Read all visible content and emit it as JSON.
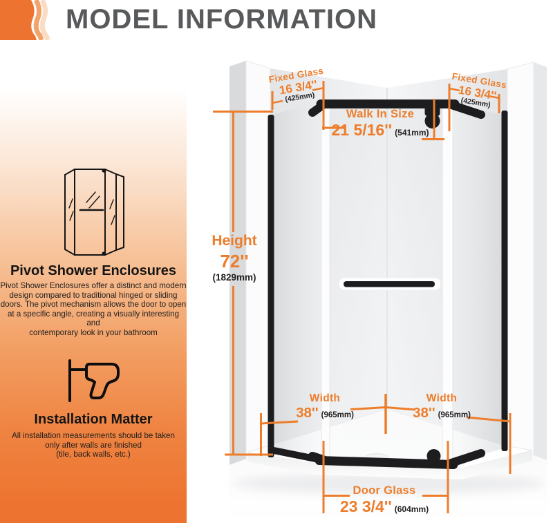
{
  "header": {
    "title": "MODEL INFORMATION"
  },
  "sidebar": {
    "pivot": {
      "heading": "Pivot Shower Enclosures",
      "lines": [
        "Pivot Shower Enclosures offer a distinct and modern",
        "design compared to traditional hinged or sliding",
        "doors. The pivot mechanism allows the door to open",
        "at a specific angle, creating a visually interesting and",
        "contemporary look in your bathroom"
      ]
    },
    "installation": {
      "heading": "Installation Matter",
      "lines": [
        "All installation measurements should be taken",
        "only after walls are finished",
        "(tile, back walls, etc.)"
      ]
    },
    "icons": {
      "shower": "pivot-shower-enclosure-icon",
      "drill": "installation-drill-icon"
    }
  },
  "diagram": {
    "fixed_glass_left": {
      "label": "Fixed Glass",
      "inches": "16 3/4''",
      "mm": "(425mm)"
    },
    "fixed_glass_right": {
      "label": "Fixed Glass",
      "inches": "16 3/4''",
      "mm": "(425mm)"
    },
    "walk_in": {
      "label": "Walk In Size",
      "inches": "21 5/16''",
      "mm": "(541mm)"
    },
    "height": {
      "label": "Height",
      "inches": "72''",
      "mm": "(1829mm)"
    },
    "width_left": {
      "label": "Width",
      "inches": "38''",
      "mm": "(965mm)"
    },
    "width_right": {
      "label": "Width",
      "inches": "38''",
      "mm": "(965mm)"
    },
    "door_glass": {
      "label": "Door Glass",
      "inches": "23 3/4''",
      "mm": "(604mm)"
    }
  },
  "colors": {
    "accent_orange": "#ED7D2B",
    "panel_orange": "#ED7430",
    "title_gray": "#58595B",
    "frame_black": "#1D1D1F"
  }
}
